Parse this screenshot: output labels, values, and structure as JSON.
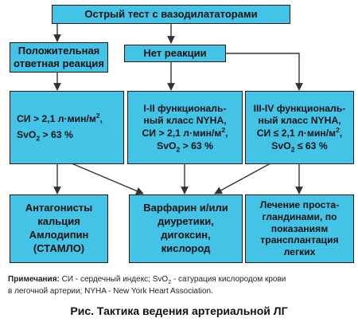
{
  "title_box": "Острый тест с вазодилататорами",
  "positive": {
    "line1": "Положительная",
    "line2": "ответная реакция"
  },
  "no_reaction": "Нет реакции",
  "box_left": {
    "l1_prefix": "СИ > 2,1 л·мин/м",
    "l1_sup": "2",
    "l1_suffix": ",",
    "l2_prefix": "SvO",
    "l2_sub": "2",
    "l2_suffix": " > 63 %"
  },
  "box_mid": {
    "l1": "I-II функциональ-",
    "l2": "ный класс NYHA,",
    "l3_prefix": "СИ > 2,1 л·мин/м",
    "l3_sup": "2",
    "l3_suffix": ",",
    "l4_prefix": "SvO",
    "l4_sub": "2",
    "l4_suffix": " > 63 %"
  },
  "box_right": {
    "l1": "III-IV функциональ-",
    "l2": "ный класс NYHA,",
    "l3_prefix": "СИ ≤ 2,1 л·мин/м",
    "l3_sup": "2",
    "l3_suffix": ",",
    "l4_prefix": "SvO",
    "l4_sub": "2",
    "l4_suffix": " ≤ 63 %"
  },
  "out_left": {
    "l1": "Антагонисты",
    "l2": "кальция",
    "l3": "Амлодипин",
    "l4": "(СТАМЛО)"
  },
  "out_mid": {
    "l1": "Варфарин и/или",
    "l2": "диуретики,",
    "l3": "дигоксин,",
    "l4": "кислород"
  },
  "out_right": {
    "l1": "Лечение проста-",
    "l2": "гландинами, по",
    "l3": "показаниям",
    "l4": "трансплантация",
    "l5": "легких"
  },
  "note": {
    "label": "Примечания:",
    "p1": " СИ - сердечный индекс; SvO",
    "p1_sub": "2",
    "p2": " - сатурация кислородом крови",
    "line2": "в легочной артерии; NYHA - New York Heart Association."
  },
  "caption": "Рис. Тактика ведения артериальной ЛГ",
  "colors": {
    "box_fill": "#43c4e6",
    "border": "#1a1a1a",
    "arrow": "#333333"
  }
}
